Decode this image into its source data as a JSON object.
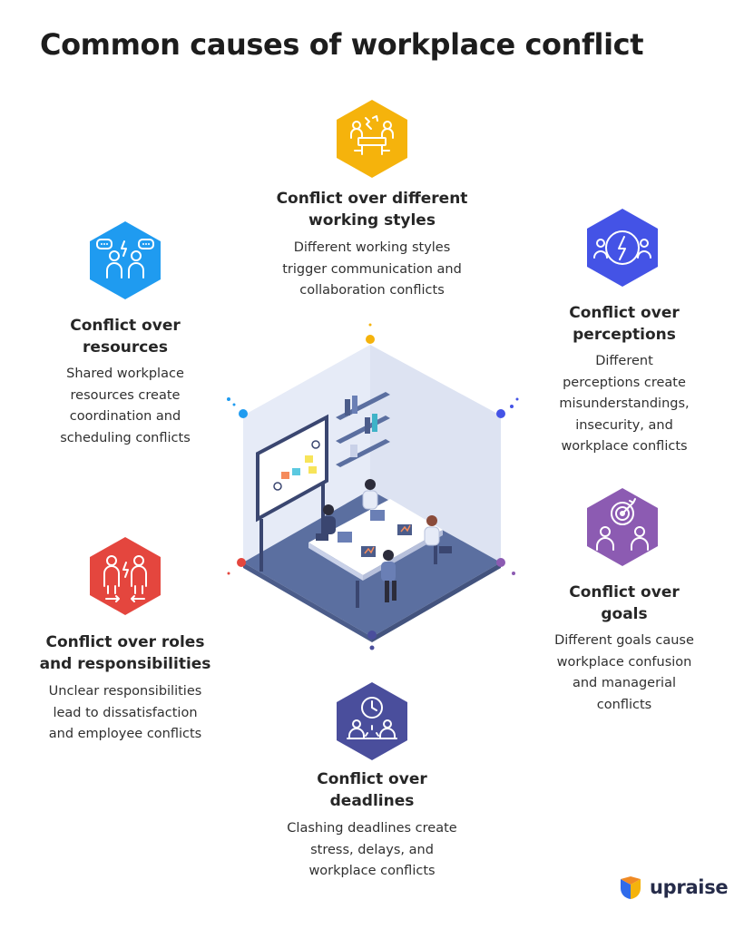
{
  "page": {
    "title": "Common causes of workplace conflict"
  },
  "colors": {
    "yellow": "#F5B30C",
    "blue": "#1F9BF0",
    "indigo": "#4453E6",
    "red": "#E4463E",
    "purple": "#8C5BB2",
    "navy": "#4A4E9C",
    "room_floor": "#5B6FA0",
    "room_wall": "#E6EBF7"
  },
  "causes": [
    {
      "id": "working-styles",
      "icon": "team-discussion-icon",
      "color": "#F5B30C",
      "title_line1": "Conflict over different",
      "title_line2": "working styles",
      "desc_line1": "Different working styles",
      "desc_line2": "trigger communication and",
      "desc_line3": "collaboration conflicts"
    },
    {
      "id": "resources",
      "icon": "arguing-people-icon",
      "color": "#1F9BF0",
      "title_line1": "Conflict over",
      "title_line2": "resources",
      "desc_line1": "Shared workplace",
      "desc_line2": "resources create",
      "desc_line3": "coordination and",
      "desc_line4": "scheduling conflicts"
    },
    {
      "id": "perceptions",
      "icon": "lightning-people-icon",
      "color": "#4453E6",
      "title_line1": "Conflict over",
      "title_line2": "perceptions",
      "desc_line1": "Different",
      "desc_line2": "perceptions create",
      "desc_line3": "misunderstandings,",
      "desc_line4": "insecurity, and",
      "desc_line5": "workplace conflicts"
    },
    {
      "id": "roles",
      "icon": "opposing-people-icon",
      "color": "#E4463E",
      "title_line1": "Conflict over roles",
      "title_line2": "and responsibilities",
      "desc_line1": "Unclear responsibilities",
      "desc_line2": "lead to dissatisfaction",
      "desc_line3": "and employee conflicts"
    },
    {
      "id": "goals",
      "icon": "target-people-icon",
      "color": "#8C5BB2",
      "title_line1": "Conflict over",
      "title_line2": "goals",
      "desc_line1": "Different goals cause",
      "desc_line2": "workplace confusion",
      "desc_line3": "and managerial",
      "desc_line4": "conflicts"
    },
    {
      "id": "deadlines",
      "icon": "clock-people-icon",
      "color": "#4A4E9C",
      "title_line1": "Conflict over",
      "title_line2": "deadlines",
      "desc_line1": "Clashing deadlines create",
      "desc_line2": "stress, delays, and",
      "desc_line3": "workplace conflicts"
    }
  ],
  "brand": {
    "name": "upraise",
    "logo_icon": "upraise-logo-icon"
  },
  "illustration": {
    "icon": "meeting-room-illustration"
  }
}
